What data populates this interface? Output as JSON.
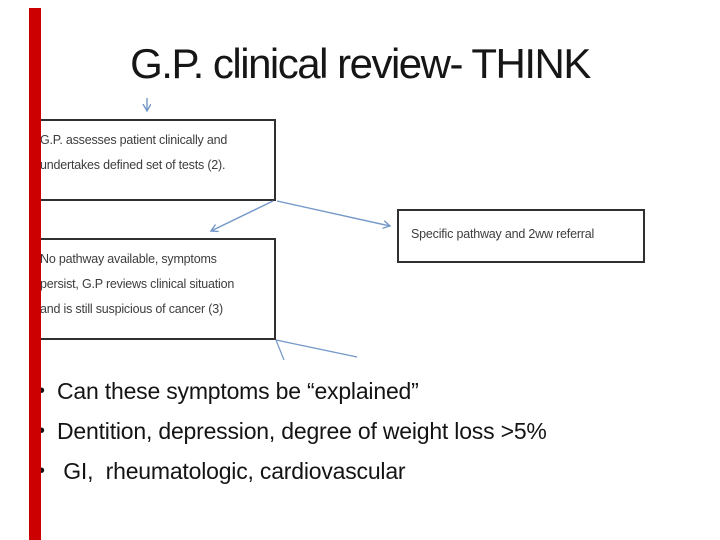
{
  "slide": {
    "title": "G.P. clinical review- THINK",
    "background_color": "#ffffff",
    "accent_bar_color": "#cc0000"
  },
  "flowchart": {
    "arrow_color": "#7398c7",
    "box_border_color": "#303030",
    "box_text_color": "#3d3d3d",
    "boxes": {
      "assessment": {
        "lines": [
          "G.P. assesses patient clinically and",
          "undertakes defined set of tests (2)."
        ]
      },
      "referral": {
        "lines": [
          "Specific pathway and 2ww referral"
        ]
      },
      "review": {
        "lines": [
          "No pathway available, symptoms",
          "persist, G.P reviews clinical situation",
          "and is still suspicious of cancer (3)"
        ]
      }
    }
  },
  "bullets": {
    "marker": "•",
    "items": [
      "Can these symptoms be “explained”",
      "Dentition, depression, degree of weight loss >5%",
      " GI,  rheumatologic, cardiovascular"
    ]
  }
}
